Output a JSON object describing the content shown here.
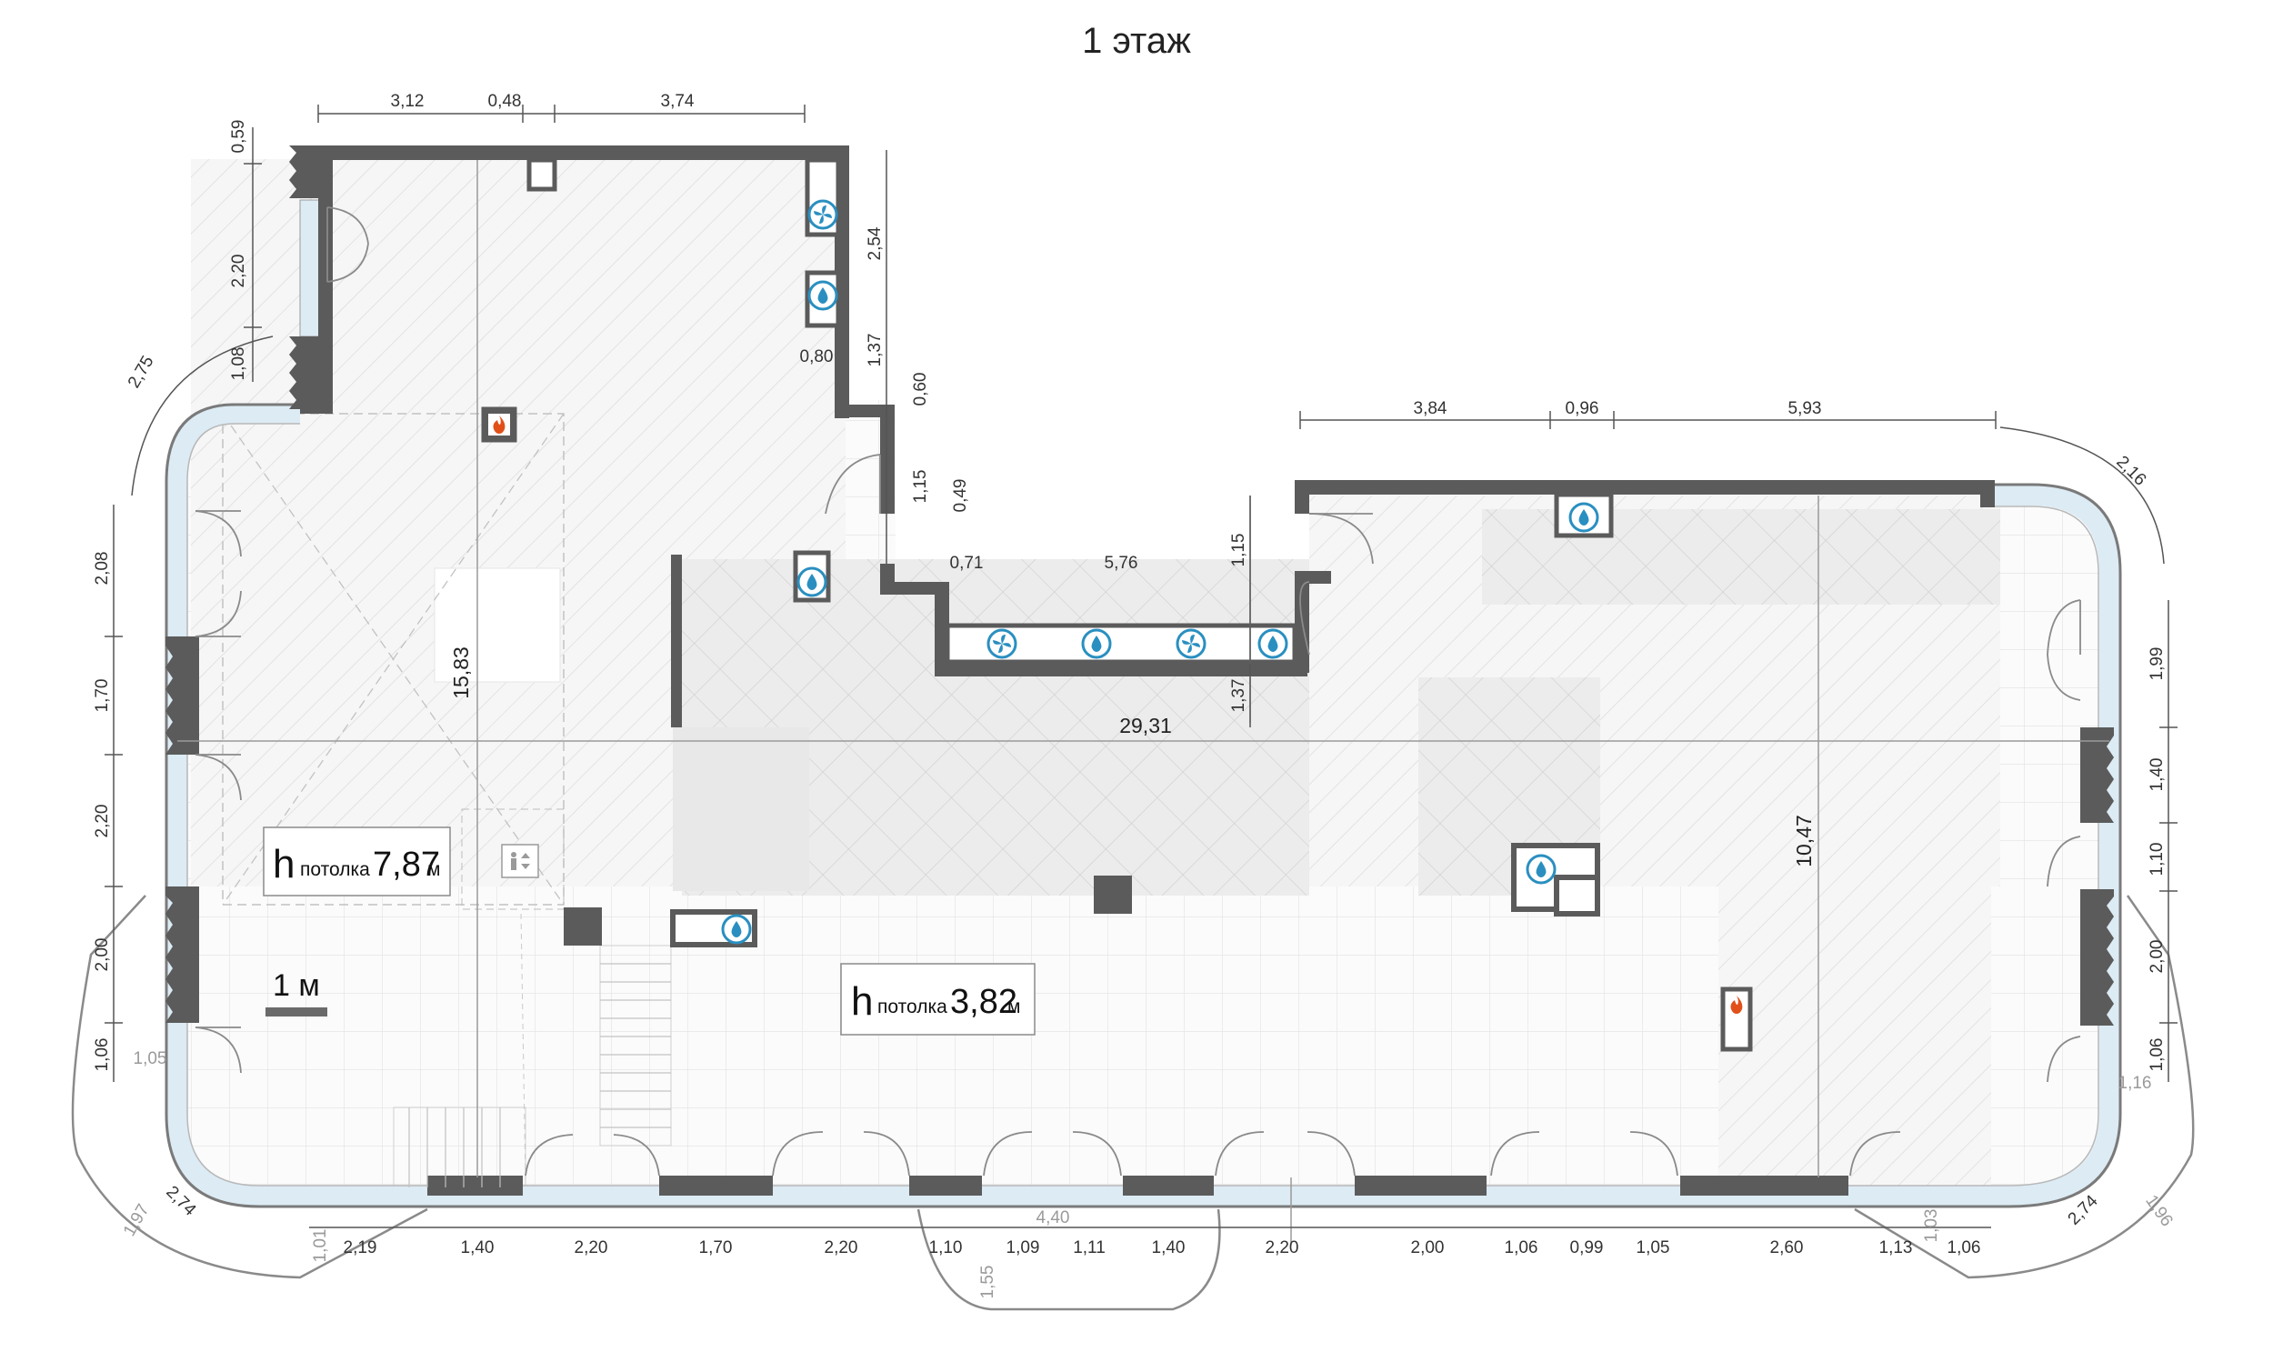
{
  "title": "1 этаж",
  "ceiling_labels": [
    {
      "prefix": "h",
      "word": "потолка",
      "value": "7,87",
      "unit": "м"
    },
    {
      "prefix": "h",
      "word": "потолка",
      "value": "3,82",
      "unit": "м"
    }
  ],
  "scale_label": "1 м",
  "dimensions": {
    "top_left": [
      "3,12",
      "0,48",
      "3,74"
    ],
    "left_upper": [
      "0,59",
      "2,20",
      "1,08"
    ],
    "left_side": [
      "2,08",
      "1,70",
      "2,20",
      "2,00",
      "1,06"
    ],
    "corner_left_top": "2,75",
    "notch": [
      "2,54",
      "0,80",
      "1,37",
      "0,60",
      "1,15",
      "0,49",
      "0,71",
      "5,76",
      "1,15",
      "1,37"
    ],
    "room_height": "15,83",
    "total_width": "29,31",
    "right_top": [
      "3,84",
      "0,96",
      "5,93"
    ],
    "corner_right_top": "2,16",
    "right_side": [
      "1,99",
      "1,40",
      "1,10",
      "2,00",
      "1,06"
    ],
    "right_height": "10,47",
    "bottom": [
      "2,19",
      "1,40",
      "2,20",
      "1,70",
      "2,20",
      "1,10",
      "1,09",
      "1,11",
      "1,40",
      "2,20",
      "2,00",
      "1,06",
      "0,99",
      "1,05",
      "2,60",
      "1,13",
      "1,06"
    ],
    "corner_left_bottom": "2,74",
    "corner_right_bottom": "2,74",
    "light": {
      "left_105": "1,05",
      "left_101": "1,01",
      "left_197": "1,97",
      "center_440": "4,40",
      "center_155": "1,55",
      "right_116": "1,16",
      "right_103": "1,03",
      "right_196": "1,96"
    }
  },
  "symbols": {
    "fan_icon": "fan-icon",
    "water_icon": "water-drop-icon",
    "fire_icon": "fireplace-icon",
    "elevator_icon": "elevator-icon"
  },
  "colors": {
    "wall": "#5b5b5b",
    "glass": "#dcebf4",
    "floor_hatch": "#e3e3e3",
    "icon_blue": "#2a8fc0",
    "fire_orange": "#e2501a"
  }
}
